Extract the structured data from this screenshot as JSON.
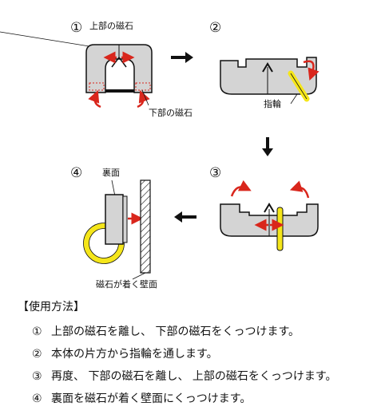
{
  "diagram": {
    "step_markers": [
      "①",
      "②",
      "③",
      "④"
    ],
    "labels": {
      "upper_magnet": "上部の磁石",
      "lower_magnet": "下部の磁石",
      "ring": "指輪",
      "back_side": "裏面",
      "magnet_wall": "磁石が着く壁面"
    },
    "colors": {
      "arrow_red": "#d9261c",
      "ring_yellow": "#f5e61a",
      "body_gray": "#d4d4d4",
      "outline": "#111111"
    }
  },
  "instructions": {
    "heading": "【使用方法】",
    "steps": [
      {
        "num": "①",
        "text": "上部の磁石を離し、 下部の磁石をくっつけます。"
      },
      {
        "num": "②",
        "text": "本体の片方から指輪を通します。"
      },
      {
        "num": "③",
        "text": "再度、 下部の磁石を離し、 上部の磁石をくっつけます。"
      },
      {
        "num": "④",
        "text": "裏面を磁石が着く壁面にくっつけます。"
      }
    ]
  }
}
